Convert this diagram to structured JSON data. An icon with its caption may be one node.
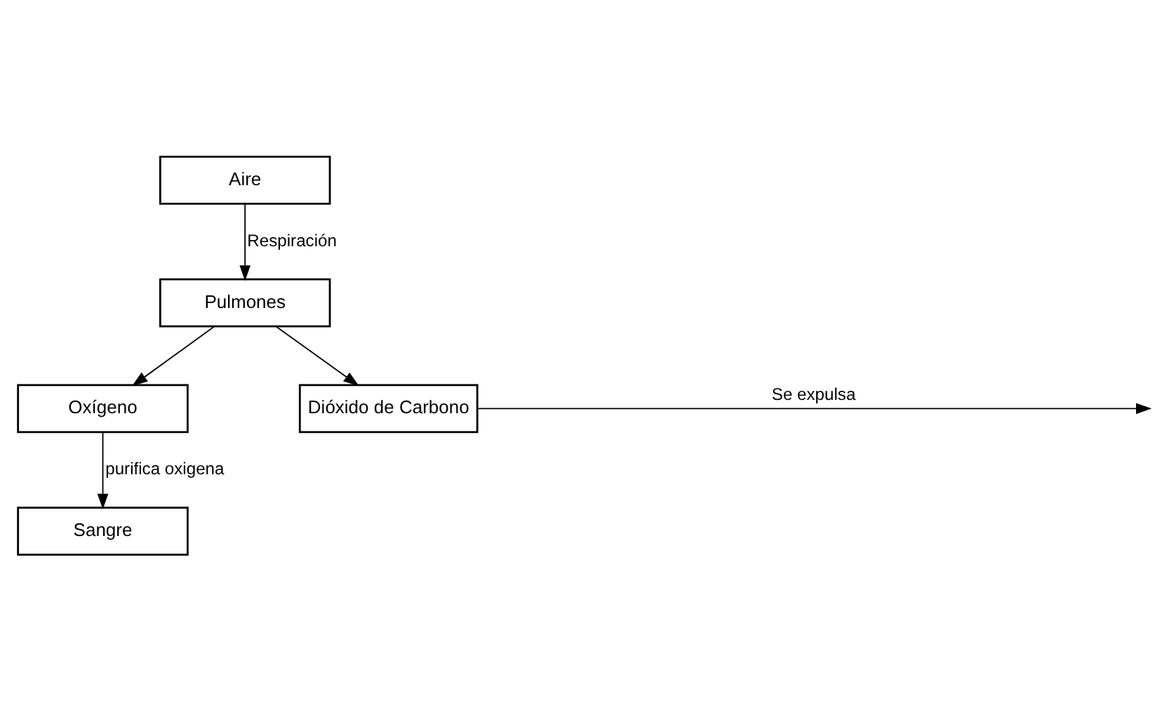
{
  "diagram": {
    "nodes": [
      {
        "text": [
          "Aire"
        ]
      },
      {
        "text": [
          "Pulmones"
        ]
      },
      {
        "text": [
          "Oxígeno"
        ]
      },
      {
        "text": [
          "Dióxido de Carbono"
        ]
      },
      {
        "text": [
          "Sangre"
        ]
      }
    ],
    "edges": [
      {
        "from": 0,
        "to": 1,
        "arrow": "to",
        "label": "Respiración"
      },
      {
        "from": 1,
        "to": 2,
        "arrow": "to"
      },
      {
        "from": 1,
        "to": 3,
        "arrow": "to"
      },
      {
        "from": 2,
        "to": 4,
        "arrow": "to",
        "label": "purifica oxigena"
      },
      {
        "from": 3,
        "to": null,
        "arrow": "to",
        "label": "Se expulsa"
      }
    ]
  }
}
